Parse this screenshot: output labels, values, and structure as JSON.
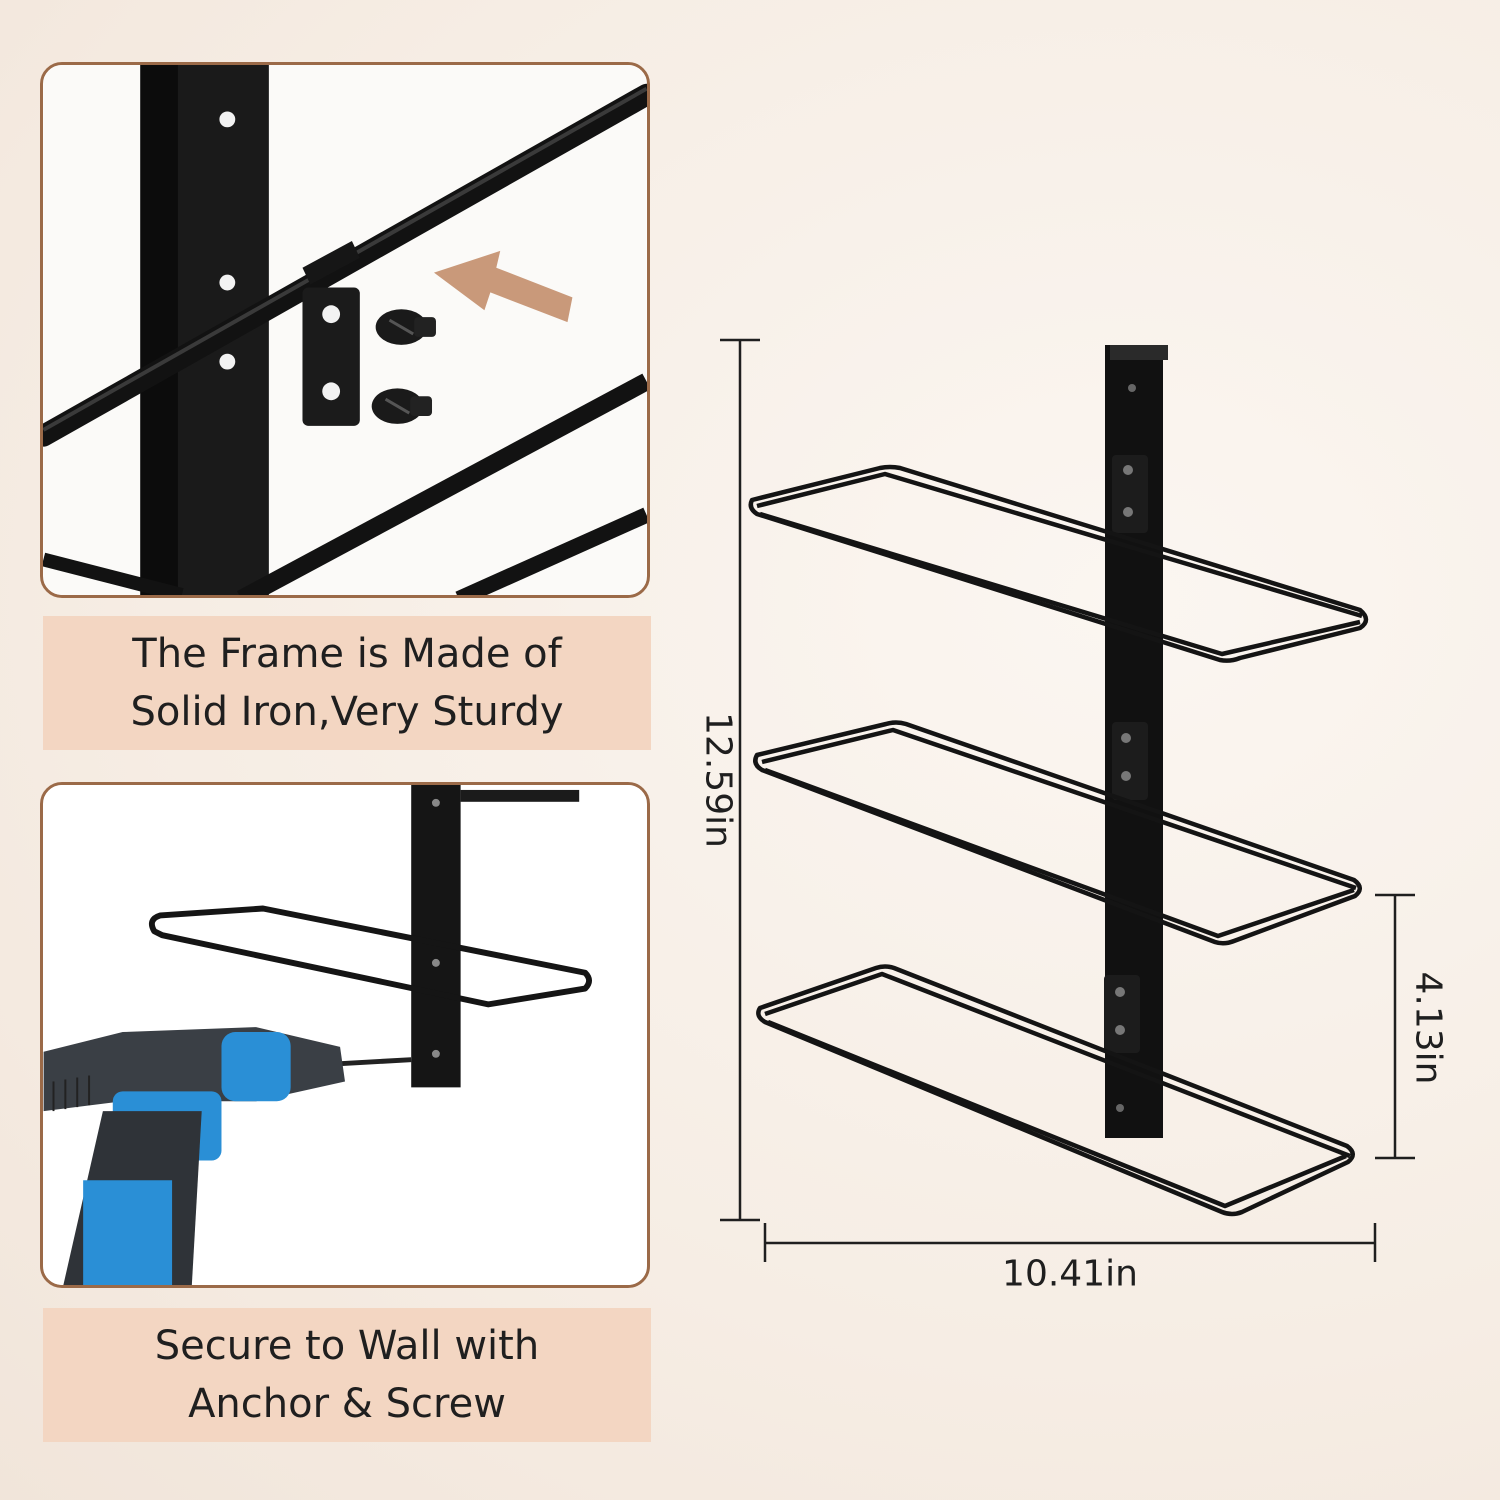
{
  "captions": {
    "frame": {
      "line1": "The Frame is Made of",
      "line2": "Solid Iron,Very Sturdy"
    },
    "mount": {
      "line1": "Secure to Wall with",
      "line2": "Anchor & Screw"
    }
  },
  "dimensions": {
    "height": "12.59in",
    "width": "10.41in",
    "depth": "4.13in"
  },
  "colors": {
    "frame_border": "#9b6a48",
    "caption_bg": "#f3d6c2",
    "metal": "#141414",
    "drill_blue": "#2a8fd6",
    "arrow": "#c9997a"
  },
  "icons": [
    "arrow-icon",
    "screw-icon",
    "drill-icon",
    "towel-rack-icon"
  ]
}
